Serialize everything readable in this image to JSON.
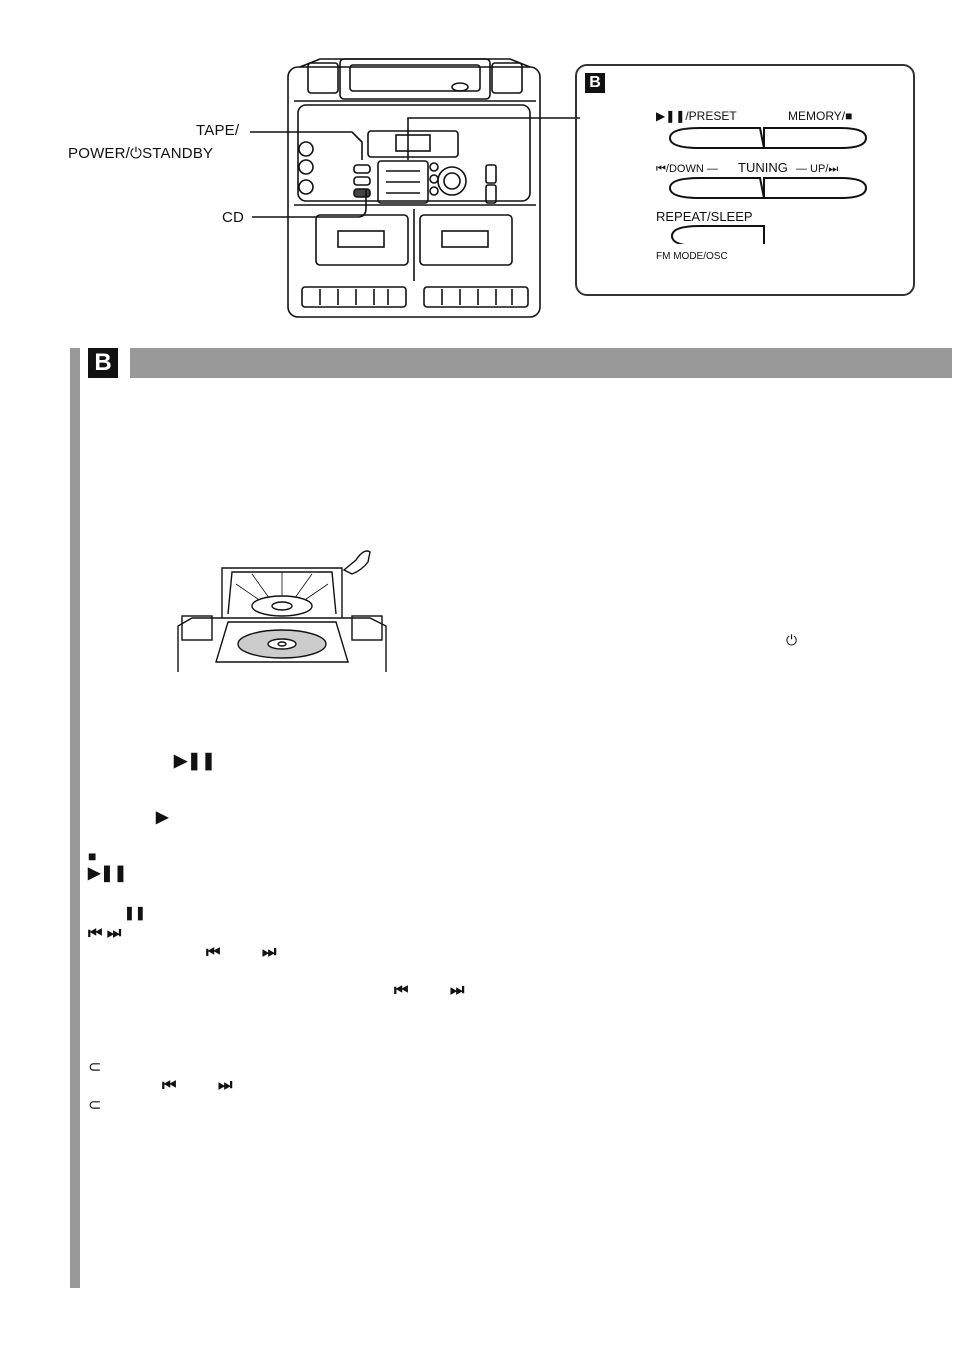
{
  "labels": {
    "tape_power": "TAPE/",
    "power_standby": "POWER/⏻STANDBY",
    "cd": "CD"
  },
  "inset": {
    "badge": "B",
    "play_preset": "▶❚❚/PRESET",
    "memory_stop": "MEMORY/■",
    "down_prefix": "⏮/DOWN —",
    "tuning": "TUNING",
    "up_suffix": "— UP/⏭",
    "repeat_sleep": "REPEAT/SLEEP",
    "fm_mode": "FM MODE/OSC"
  },
  "section": {
    "badge": "B",
    "bar_color": "#999999"
  },
  "symbols": {
    "power": "⏻",
    "play_pause": "▶❚❚",
    "play": "▶",
    "stop": "■",
    "play_pause_2": "▶❚❚",
    "pause": "❚❚",
    "skip_pair": "⏮ ⏭",
    "skip_prev_1": "⏮",
    "skip_next_1": "⏭",
    "skip_prev_2": "⏮",
    "skip_next_2": "⏭",
    "repeat_1": "⊂",
    "skip_prev_3": "⏮",
    "skip_next_3": "⏭",
    "repeat_2": "⊂"
  }
}
